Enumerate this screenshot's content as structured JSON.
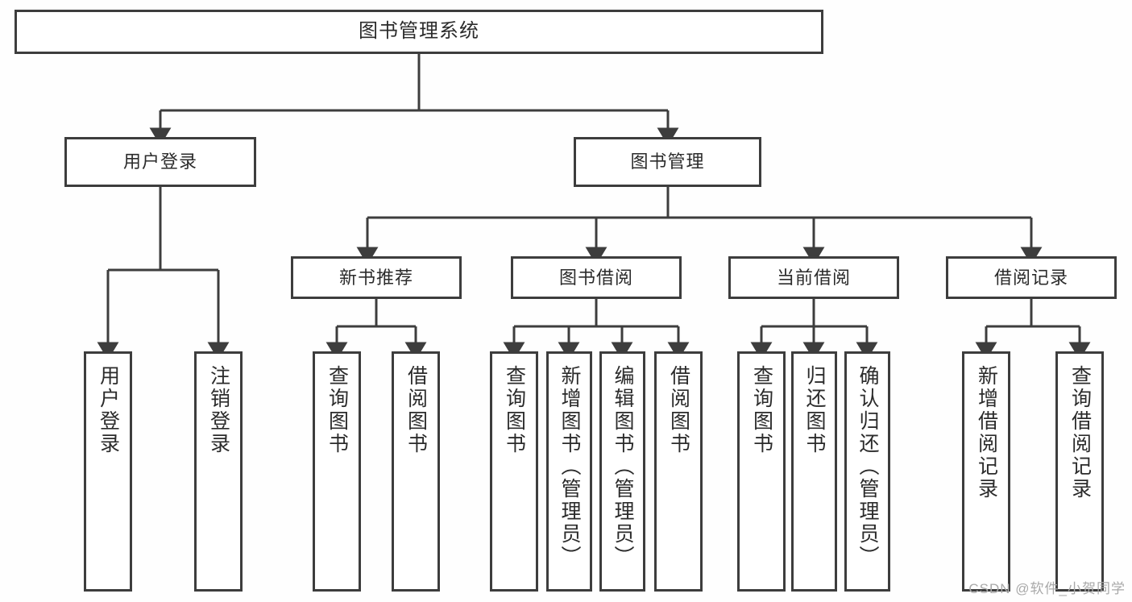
{
  "diagram": {
    "type": "tree-hierarchy-chart",
    "title": "图书管理系统",
    "colors": {
      "border": "#3d3d3d",
      "node_fill": "#ffffff",
      "text": "#2b2b2b",
      "background": "#fefefe",
      "watermark": "#a9a9a9"
    },
    "root": {
      "label": "图书管理系统"
    },
    "level2": [
      {
        "id": "user-login",
        "label": "用户登录"
      },
      {
        "id": "book-manage",
        "label": "图书管理"
      }
    ],
    "level3": [
      {
        "id": "new-book-recommend",
        "label": "新书推荐"
      },
      {
        "id": "book-borrow",
        "label": "图书借阅"
      },
      {
        "id": "current-borrow",
        "label": "当前借阅"
      },
      {
        "id": "borrow-record",
        "label": "借阅记录"
      }
    ],
    "leaves": {
      "user_login": [
        {
          "id": "leaf-user-login",
          "label": "用户登录"
        },
        {
          "id": "leaf-logout-login",
          "label": "注销登录"
        }
      ],
      "new_book_recommend": [
        {
          "id": "leaf-query-book-1",
          "label": "查询图书"
        },
        {
          "id": "leaf-borrow-book-1",
          "label": "借阅图书"
        }
      ],
      "book_borrow": [
        {
          "id": "leaf-query-book-2",
          "label": "查询图书"
        },
        {
          "id": "leaf-add-book",
          "label": "新增图书（管理员）"
        },
        {
          "id": "leaf-edit-book",
          "label": "编辑图书（管理员）"
        },
        {
          "id": "leaf-borrow-book-2",
          "label": "借阅图书"
        }
      ],
      "current_borrow": [
        {
          "id": "leaf-query-book-3",
          "label": "查询图书"
        },
        {
          "id": "leaf-return-book",
          "label": "归还图书"
        },
        {
          "id": "leaf-confirm-return",
          "label": "确认归还（管理员）"
        }
      ],
      "borrow_record": [
        {
          "id": "leaf-add-record",
          "label": "新增借阅记录"
        },
        {
          "id": "leaf-query-record",
          "label": "查询借阅记录"
        }
      ]
    }
  },
  "watermark": {
    "text": "CSDN @软件_小贺同学"
  }
}
